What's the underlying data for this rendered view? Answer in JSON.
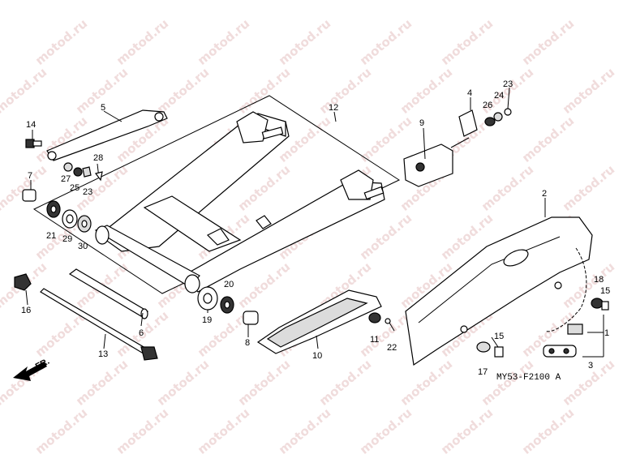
{
  "watermark": {
    "text": "motod.ru"
  },
  "diagram": {
    "code": "MY53-F2100 A",
    "direction_label": "FR."
  },
  "callouts": [
    {
      "id": "c1",
      "text": "1"
    },
    {
      "id": "c2",
      "text": "2"
    },
    {
      "id": "c3",
      "text": "3"
    },
    {
      "id": "c4",
      "text": "4"
    },
    {
      "id": "c5",
      "text": "5"
    },
    {
      "id": "c6",
      "text": "6"
    },
    {
      "id": "c7",
      "text": "7"
    },
    {
      "id": "c8",
      "text": "8"
    },
    {
      "id": "c9",
      "text": "9"
    },
    {
      "id": "c10",
      "text": "10"
    },
    {
      "id": "c11",
      "text": "11"
    },
    {
      "id": "c12",
      "text": "12"
    },
    {
      "id": "c13",
      "text": "13"
    },
    {
      "id": "c14",
      "text": "14"
    },
    {
      "id": "c15a",
      "text": "15"
    },
    {
      "id": "c15b",
      "text": "15"
    },
    {
      "id": "c16",
      "text": "16"
    },
    {
      "id": "c17",
      "text": "17"
    },
    {
      "id": "c18",
      "text": "18"
    },
    {
      "id": "c19",
      "text": "19"
    },
    {
      "id": "c20",
      "text": "20"
    },
    {
      "id": "c21",
      "text": "21"
    },
    {
      "id": "c22",
      "text": "22"
    },
    {
      "id": "c23a",
      "text": "23"
    },
    {
      "id": "c23b",
      "text": "23"
    },
    {
      "id": "c24",
      "text": "24"
    },
    {
      "id": "c25",
      "text": "25"
    },
    {
      "id": "c26",
      "text": "26"
    },
    {
      "id": "c27",
      "text": "27"
    },
    {
      "id": "c28",
      "text": "28"
    },
    {
      "id": "c29",
      "text": "29"
    },
    {
      "id": "c30",
      "text": "30"
    }
  ]
}
